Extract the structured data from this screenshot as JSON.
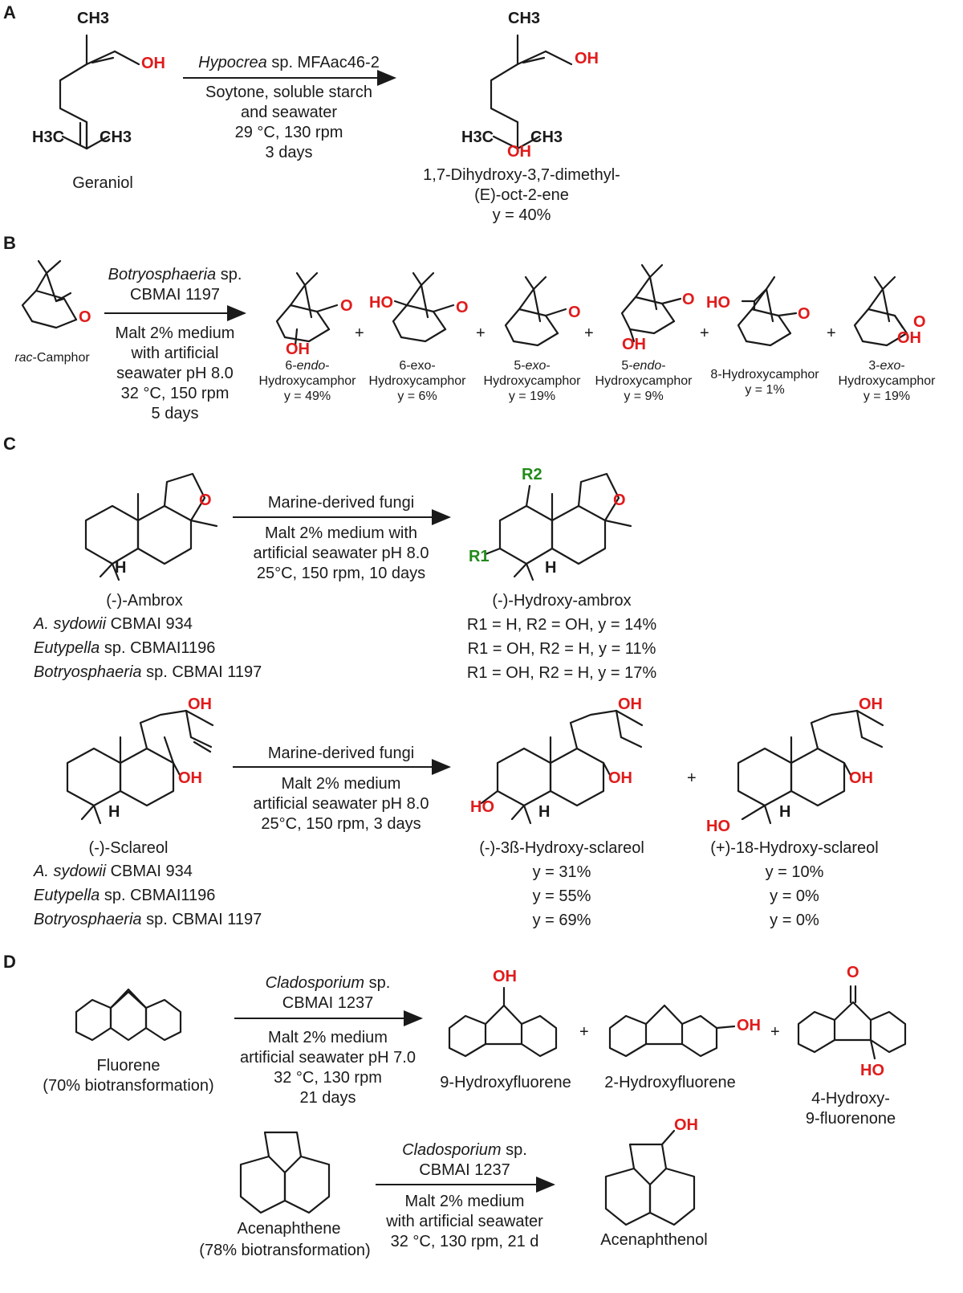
{
  "sections": {
    "A": "A",
    "B": "B",
    "C": "C",
    "D": "D"
  },
  "A": {
    "substrate": "Geraniol",
    "ch3_top": "CH3",
    "oh": "OH",
    "h3c": "H3C",
    "ch3": "CH3",
    "organism_italic": "Hypocrea",
    "organism_rest": " sp. MFAac46-2",
    "cond": [
      "Soytone, soluble starch",
      "and seawater",
      "29 °C, 130 rpm",
      "3 days"
    ],
    "product": [
      "1,7-Dihydroxy-3,7-dimethyl-",
      "(E)-oct-2-ene",
      "y = 40%"
    ]
  },
  "B": {
    "substrate_italic": "rac",
    "substrate_rest": "-Camphor",
    "organism_italic": "Botryosphaeria",
    "organism_rest": " sp.",
    "organism_line2": "CBMAI 1197",
    "cond": [
      "Malt 2% medium",
      "with artificial",
      "seawater pH 8.0",
      "32 °C, 150 rpm",
      "5 days"
    ],
    "products": [
      {
        "l1": "6-endo-",
        "l2": "Hydroxycamphor",
        "y": "y = 49%"
      },
      {
        "l1": "6-exo-",
        "l2": "Hydroxycamphor",
        "y": "y = 6%"
      },
      {
        "l1": "5-exo-",
        "l2": "Hydroxycamphor",
        "y": "y = 19%"
      },
      {
        "l1": "5-endo-",
        "l2": "Hydroxycamphor",
        "y": "y = 9%"
      },
      {
        "l1": "8-Hydroxycamphor",
        "l2": "y = 1%",
        "y": ""
      },
      {
        "l1": "3-exo-",
        "l2": "Hydroxycamphor",
        "y": "y = 19%"
      }
    ],
    "o": "O",
    "oh": "OH",
    "ho": "HO",
    "plus": "+"
  },
  "C": {
    "arrow1_top": "Marine-derived fungi",
    "arrow1_cond": [
      "Malt 2% medium with",
      "artificial seawater pH 8.0",
      "25°C, 150 rpm, 10 days"
    ],
    "ambrox": "(-)-Ambrox",
    "fungi": [
      {
        "it": "A. sydowii",
        "rest": " CBMAI 934"
      },
      {
        "it": "Eutypella",
        "rest": " sp. CBMAI1196"
      },
      {
        "it": "Botryosphaeria",
        "rest": " sp. CBMAI 1197"
      }
    ],
    "hydroxy_ambrox": "(-)-Hydroxy-ambrox",
    "ambrox_results": [
      "R1 = H, R2 = OH, y = 14%",
      "R1 = OH, R2 = H, y = 11%",
      "R1 = OH, R2 = H, y = 17%"
    ],
    "r1": "R1",
    "r2": "R2",
    "h": "H",
    "o": "O",
    "oh": "OH",
    "ho": "HO",
    "arrow2_top": "Marine-derived fungi",
    "arrow2_cond": [
      "Malt 2% medium",
      "artificial seawater pH 8.0",
      "25°C, 150 rpm, 3 days"
    ],
    "sclareol": "(-)-Sclareol",
    "prod1": "(-)-3ß-Hydroxy-sclareol",
    "prod2": "(+)-18-Hydroxy-sclareol",
    "prod1_y": [
      "y = 31%",
      "y = 55%",
      "y = 69%"
    ],
    "prod2_y": [
      "y = 10%",
      "y = 0%",
      "y = 0%"
    ],
    "plus": "+"
  },
  "D": {
    "organism_italic": "Cladosporium",
    "organism_rest": " sp.",
    "organism_line2": "CBMAI 1237",
    "cond1": [
      "Malt 2% medium",
      "artificial seawater pH 7.0",
      "32 °C, 130 rpm",
      "21 days"
    ],
    "fluorene": [
      "Fluorene",
      "(70% biotransformation)"
    ],
    "products": [
      "9-Hydroxyfluorene",
      "2-Hydroxyfluorene",
      "4-Hydroxy-",
      "9-fluorenone"
    ],
    "cond2": [
      "Malt 2% medium",
      "with artificial seawater",
      "32 °C, 130 rpm, 21 d"
    ],
    "acenaphthene": [
      "Acenaphthene",
      "(78% biotransformation)"
    ],
    "acenaphthenol": "Acenaphthenol",
    "oh": "OH",
    "o": "O",
    "ho": "HO",
    "plus": "+"
  }
}
